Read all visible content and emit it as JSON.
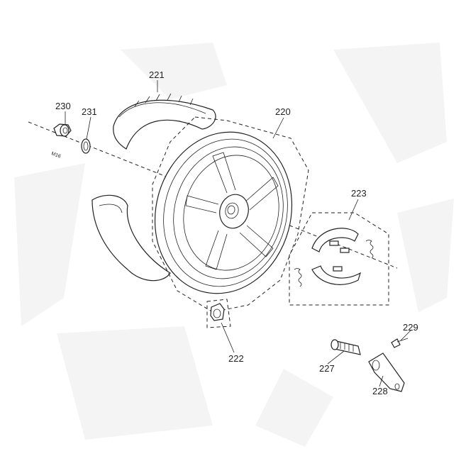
{
  "parts": {
    "p220": "220",
    "p221": "221",
    "p222": "222",
    "p223": "223",
    "p227": "227",
    "p228": "228",
    "p229": "229",
    "p230": "230",
    "p231": "231"
  },
  "nut_marking": "M16",
  "colors": {
    "line": "#222222",
    "background": "#ffffff",
    "watermark": "#f4f4f4"
  }
}
